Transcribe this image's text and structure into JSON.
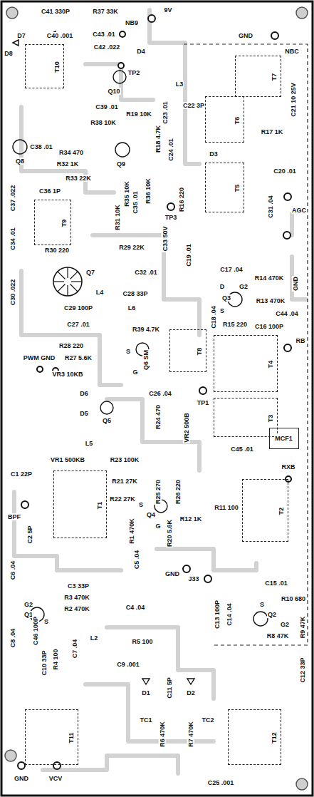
{
  "diagram": {
    "nodes": [
      {
        "text": [
          "T10"
        ]
      },
      {
        "text": [
          "T7"
        ]
      },
      {
        "text": [
          "T6"
        ]
      },
      {
        "text": [
          "T9"
        ]
      },
      {
        "text": [
          "T5"
        ]
      },
      {
        "text": [
          "Q7"
        ]
      },
      {
        "text": [
          "T8"
        ]
      },
      {
        "text": [
          "T4"
        ]
      },
      {
        "text": [
          "T3"
        ]
      },
      {
        "text": [
          "MCF1"
        ]
      },
      {
        "text": [
          "T1"
        ]
      },
      {
        "text": [
          "T2"
        ]
      },
      {
        "text": [
          "T11"
        ]
      },
      {
        "text": [
          "T12"
        ]
      }
    ],
    "labels": [
      "C41 330P",
      "R37 33K",
      "NB9",
      "9V",
      "GND",
      "NBC",
      "D7",
      "C40 .001",
      "C43 .01",
      "D8",
      "C42 .022",
      "D4",
      "TP2",
      "Q10",
      "L3",
      "C39 .01",
      "R19 10K",
      "R38 10K",
      "C23 .01",
      "C22 3P",
      "C21 10 25V",
      "R18 4.7K",
      "C24 .01",
      "R17 1K",
      "C38 .01",
      "R34 470",
      "Q8",
      "R32 1K",
      "Q9",
      "R33 22K",
      "C36 1P",
      "C37 .022",
      "R35 10K",
      "C35 .01",
      "R36 10K",
      "R31 10K",
      "TP3",
      "D3",
      "C20 .01",
      "R16 220",
      "C31 .04",
      "AGC",
      "C34 .01",
      "R30 220",
      "R29 22K",
      "C33 50V",
      "C19 .01",
      "C32 .01",
      "L4",
      "C17 .04",
      "R14 470K",
      "GND",
      "C30 .022",
      "C28 33P",
      "C29 100P",
      "L6",
      "Q3",
      "R13 470K",
      "C18 .04",
      "C44 .04",
      "C27 .01",
      "R39 4.7K",
      "R15 220",
      "C16 100P",
      "RB",
      "R28 220",
      "PWM GND",
      "R27 5.6K",
      "Q6 SM",
      "VR3 10KB",
      "D6",
      "C26 .04",
      "TP1",
      "D5",
      "Q5",
      "R24 470",
      "VR2 500B",
      "L5",
      "VR1 500KB",
      "R23 100K",
      "C1 22P",
      "C45 .01",
      "RXB",
      "R21 27K",
      "R25 270",
      "R26 220",
      "R22 27K",
      "Q4",
      "BPF",
      "C2 5P",
      "R12 1K",
      "R11 100",
      "R1 470K",
      "R20 5.6K",
      "C5 .04",
      "GND",
      "C3 33P",
      "C6 .04",
      "R3 470K",
      "J33",
      "C15 .01",
      "R10 680",
      "Q1",
      "R2 470K",
      "C4 .04",
      "C13 100P",
      "C14 .04",
      "Q2",
      "C46 100P",
      "C8 .04",
      "R9 47K",
      "R8 47K",
      "C10 33P",
      "R4 100",
      "C7 .04",
      "L2",
      "R5 100",
      "C9 .001",
      "C12 33P",
      "D1",
      "C11 5P",
      "D2",
      "TC1",
      "TC2",
      "R6 470K",
      "R7 470K",
      "GND",
      "VCV",
      "C25 .001",
      "D",
      "S",
      "G2",
      "S",
      "G",
      "S",
      "G",
      "G2",
      "S",
      "S",
      "G2"
    ]
  }
}
